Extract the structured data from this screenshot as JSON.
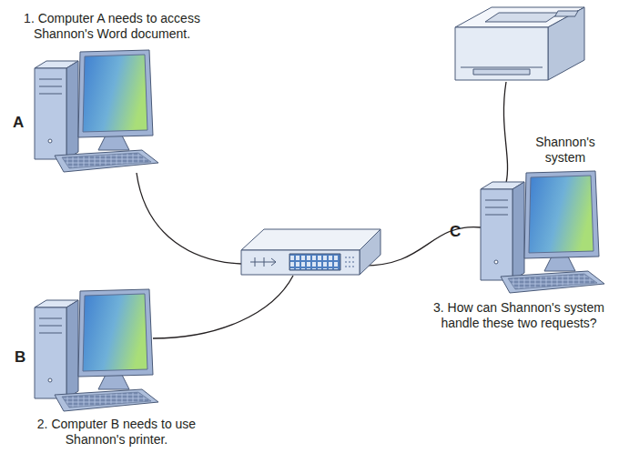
{
  "diagram": {
    "nodes": [
      {
        "text": [
          "A",
          "1. Computer A needs to access Shannon's Word document."
        ]
      },
      {
        "text": [
          "B",
          "2. Computer B needs to use Shannon's printer."
        ]
      },
      {
        "text": [
          "C",
          "Shannon's system",
          "3. How can Shannon's system handle these two requests?"
        ]
      }
    ]
  }
}
